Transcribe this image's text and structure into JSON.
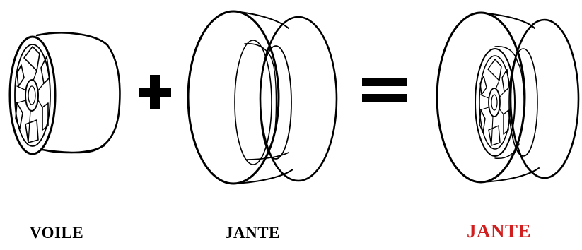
{
  "labels": {
    "voile": "VOILE",
    "jante": "JANTE",
    "result": "JANTE"
  },
  "operators": {
    "plus": "+",
    "equals": "="
  },
  "colors": {
    "line": "#000000",
    "label": "#000000",
    "result_label": "#d11f1f",
    "background": "#ffffff"
  },
  "icons": {
    "disc": "wheel-disc-icon",
    "rim": "wheel-rim-icon",
    "assembled": "assembled-wheel-icon"
  }
}
